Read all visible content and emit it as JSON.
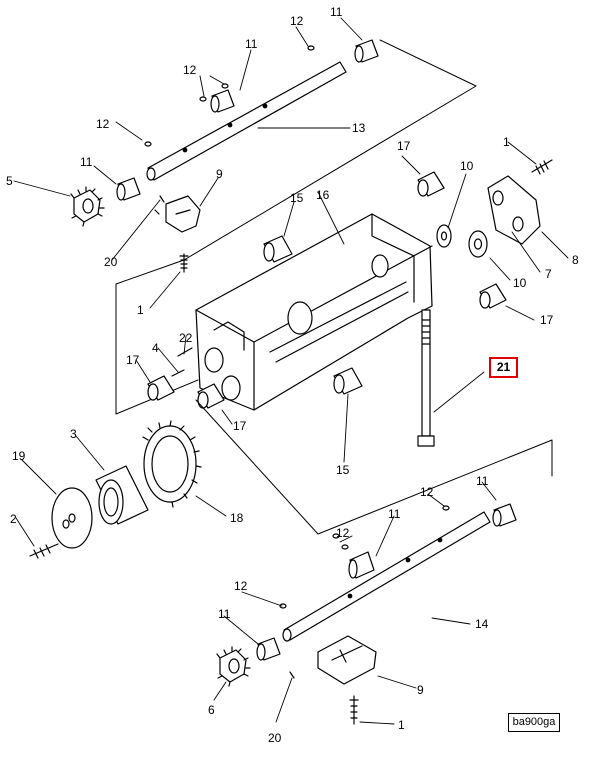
{
  "diagram": {
    "reference_code": "ba900ga",
    "highlighted_callout": "21",
    "callouts": {
      "c12_top": "12",
      "c11_top": "11",
      "c11_a": "11",
      "c12_a": "12",
      "c12_b": "12",
      "c13": "13",
      "c11_b": "11",
      "c5": "5",
      "c9_top": "9",
      "c20_top": "20",
      "c16": "16",
      "c15_top": "15",
      "c17_top": "17",
      "c10_a": "10",
      "c1_top": "1",
      "c8": "8",
      "c7": "7",
      "c10_b": "10",
      "c17_right": "17",
      "c1_mid": "1",
      "c22": "22",
      "c4": "4",
      "c17_left": "17",
      "c17_mid": "17",
      "c15_bottom": "15",
      "c3": "3",
      "c19": "19",
      "c18": "18",
      "c2": "2",
      "c12_c": "12",
      "c11_c": "11",
      "c12_d": "12",
      "c11_d": "11",
      "c14": "14",
      "c12_e": "12",
      "c11_e": "11",
      "c6": "6",
      "c9_bottom": "9",
      "c1_bottom": "1",
      "c20_bottom": "20"
    }
  }
}
